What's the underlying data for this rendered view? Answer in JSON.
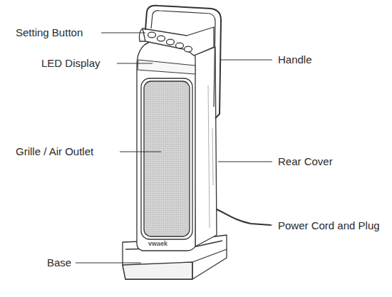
{
  "diagram": {
    "labels": [
      "Setting Button",
      "LED Display",
      "Handle",
      "Grille / Air Outlet",
      "Rear Cover",
      "Power Cord and Plug",
      "Base",
      "vwaek"
    ]
  }
}
